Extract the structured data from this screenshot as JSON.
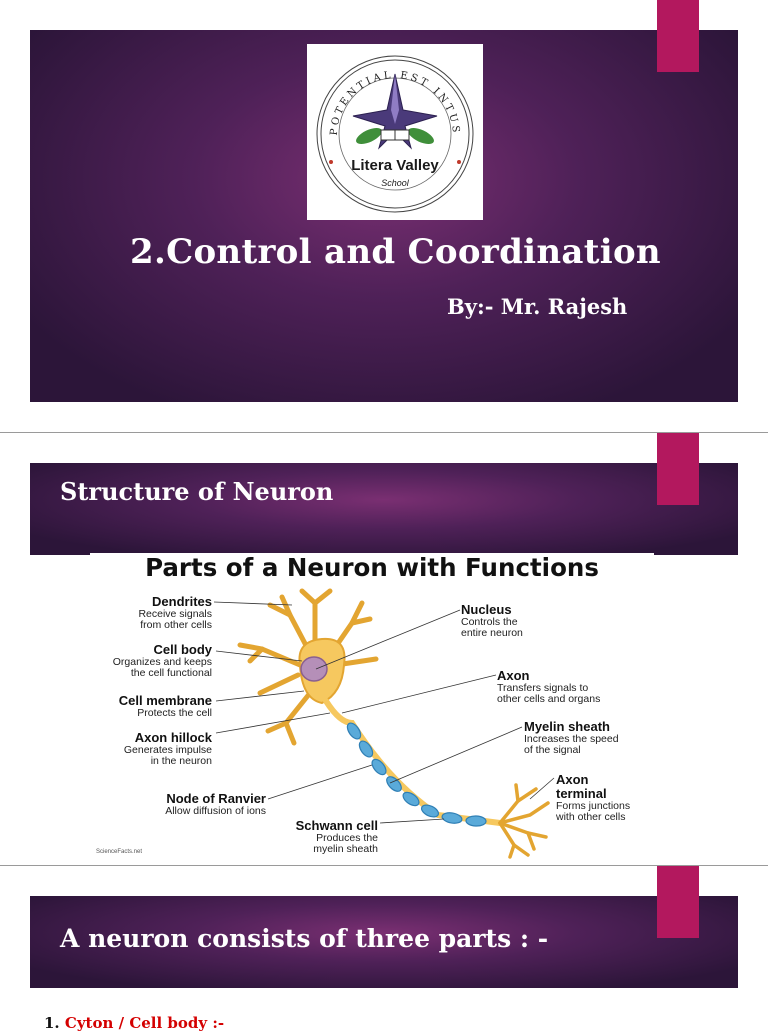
{
  "slide1": {
    "logo": {
      "motto": "POTENTIAL EST INTUS",
      "school_name": "Litera Valley",
      "school_word": "School"
    },
    "title": "2.Control and Coordination",
    "author": "By:- Mr. Rajesh"
  },
  "slide2": {
    "title": "Structure of Neuron",
    "figure": {
      "title": "Parts of a Neuron with Functions",
      "credit": "ScienceFacts.net",
      "labels": {
        "dendrites": {
          "name": "Dendrites",
          "desc1": "Receive signals",
          "desc2": "from other cells"
        },
        "cell_body": {
          "name": "Cell body",
          "desc1": "Organizes and keeps",
          "desc2": "the cell functional"
        },
        "cell_membrane": {
          "name": "Cell membrane",
          "desc1": "Protects the cell"
        },
        "axon_hillock": {
          "name": "Axon hillock",
          "desc1": "Generates impulse",
          "desc2": "in the neuron"
        },
        "node_of_ranvier": {
          "name": "Node of Ranvier",
          "desc1": "Allow diffusion of ions"
        },
        "schwann_cell": {
          "name": "Schwann cell",
          "desc1": "Produces the",
          "desc2": "myelin sheath"
        },
        "nucleus": {
          "name": "Nucleus",
          "desc1": "Controls the",
          "desc2": "entire neuron"
        },
        "axon": {
          "name": "Axon",
          "desc1": "Transfers signals to",
          "desc2": "other cells and organs"
        },
        "myelin_sheath": {
          "name": "Myelin sheath",
          "desc1": "Increases the speed",
          "desc2": "of the signal"
        },
        "axon_terminal": {
          "name": "Axon",
          "name2": "terminal",
          "desc1": "Forms junctions",
          "desc2": "with other cells"
        }
      }
    }
  },
  "slide3": {
    "title": "A neuron consists of three parts : -",
    "list": [
      {
        "number": "1.",
        "text": "Cyton / Cell body :-"
      }
    ]
  },
  "colors": {
    "slide_bg_center": "#7a2f72",
    "slide_bg_edge": "#2c1539",
    "accent_tab": "#b3185e",
    "neuron_body": "#f6c85f",
    "nucleus": "#b58fb8",
    "myelin": "#5aaad9",
    "list_red": "#d40000"
  }
}
